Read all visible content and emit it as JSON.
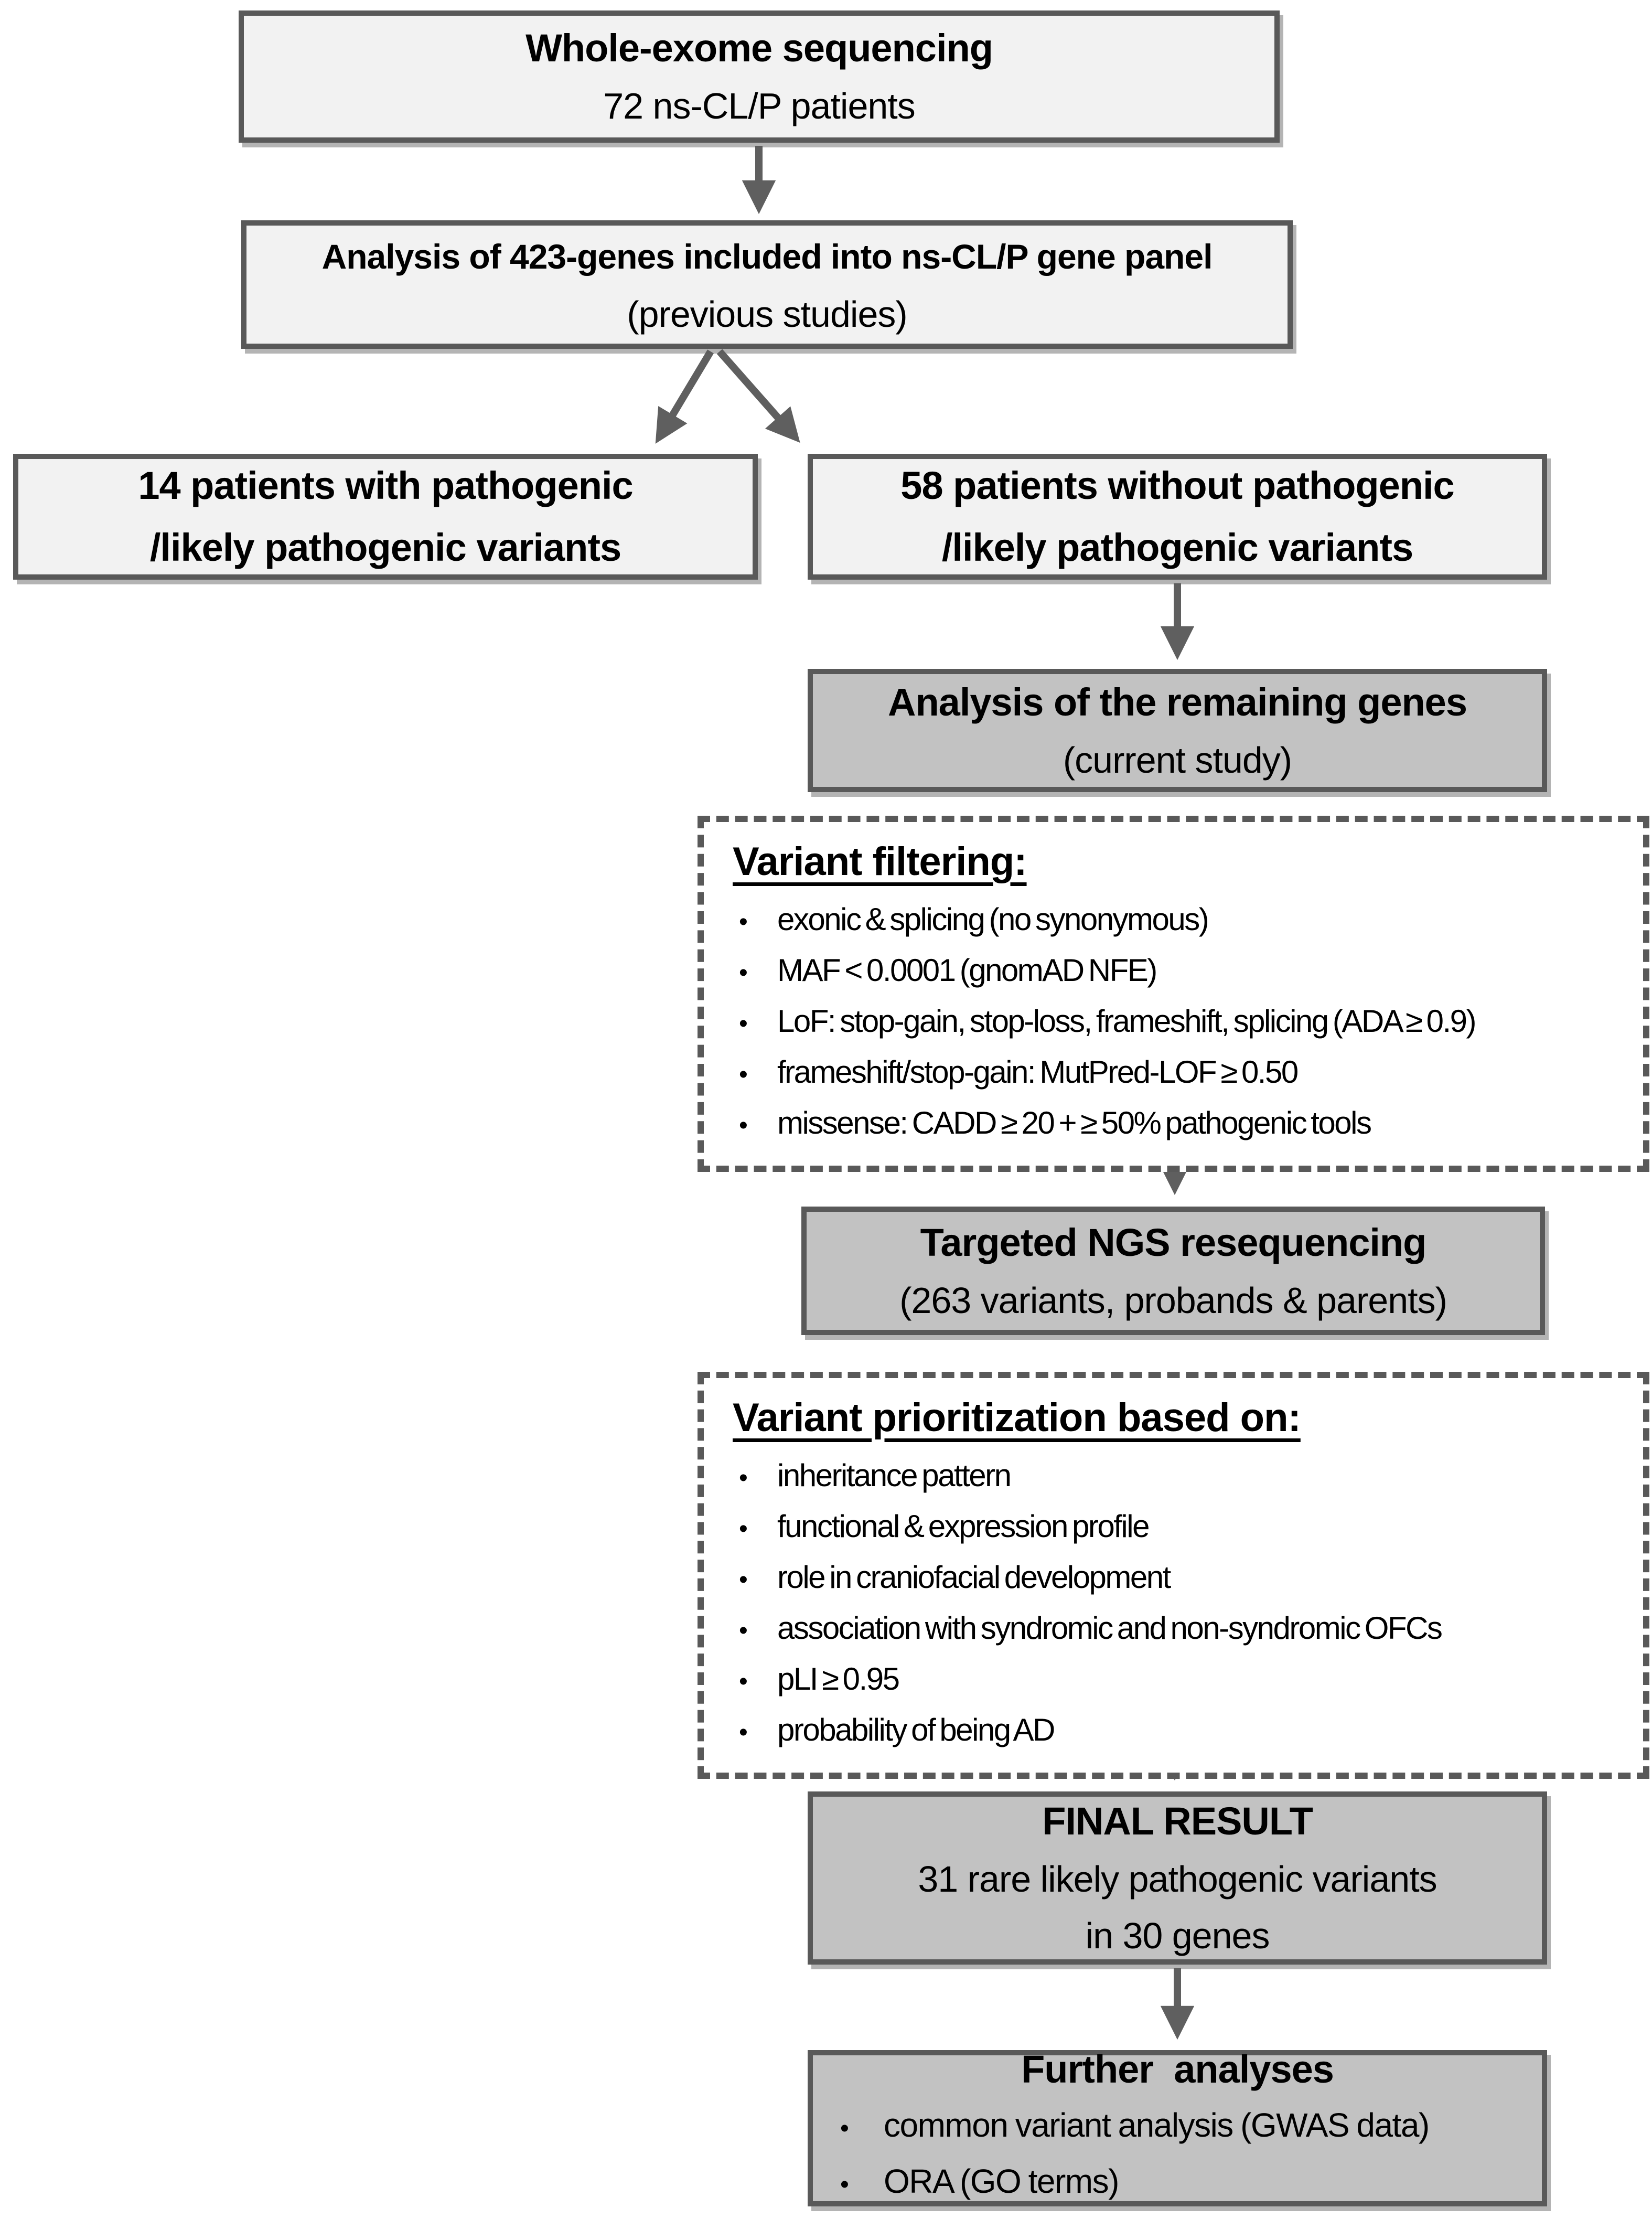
{
  "figure_title": "ns-CL/P whole-exome sequencing study workflow",
  "glyphs": {
    "bullet": "•"
  },
  "colors": {
    "border": "#595959",
    "light_fill": "#f2f2f2",
    "dark_fill": "#c2c2c2",
    "arrow": "#5f5f5f",
    "text": "#000000",
    "page_bg": "#ffffff"
  },
  "nodes": {
    "wes": {
      "title": "Whole-exome sequencing",
      "subtitle": "72 ns-CL/P patients"
    },
    "panel": {
      "title": "Analysis of 423-genes included into ns-CL/P gene panel",
      "subtitle": "(previous studies)"
    },
    "with_variants": {
      "line1": "14 patients with pathogenic",
      "line2": "/likely pathogenic variants"
    },
    "without_variants": {
      "line1": "58 patients without pathogenic",
      "line2": "/likely pathogenic variants"
    },
    "remaining": {
      "title": "Analysis of the remaining genes",
      "subtitle": "(current study)"
    },
    "filtering": {
      "heading": "Variant filtering:",
      "bullets": [
        "exonic & splicing (no synonymous)",
        "MAF < 0.0001 (gnomAD NFE)",
        "LoF: stop-gain, stop-loss, frameshift, splicing (ADA ≥ 0.9)",
        "frameshift/stop-gain: MutPred-LOF ≥ 0.50",
        "missense: CADD ≥ 20 + ≥ 50% pathogenic tools"
      ]
    },
    "ngs": {
      "title": "Targeted NGS resequencing",
      "subtitle": "(263 variants, probands & parents)"
    },
    "prioritization": {
      "heading": "Variant prioritization based on:",
      "bullets": [
        "inheritance pattern",
        "functional & expression profile",
        "role in craniofacial development",
        "association with syndromic and non-syndromic OFCs",
        "pLI ≥ 0.95",
        "probability of being AD"
      ]
    },
    "final": {
      "title": "FINAL RESULT",
      "line2": "31 rare likely pathogenic variants",
      "line3": "in 30 genes"
    },
    "further": {
      "title": "Further  analyses",
      "bullets": [
        "common variant analysis (GWAS data)",
        "ORA (GO terms)"
      ]
    }
  }
}
